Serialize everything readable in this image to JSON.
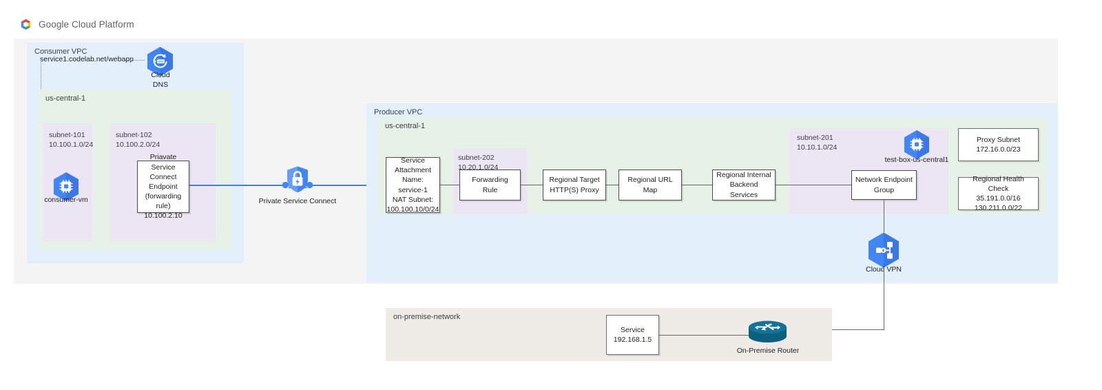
{
  "header": {
    "brand": "Google Cloud Platform",
    "logo_icon": "google-cloud-hexagon-logo"
  },
  "consumer_vpc": {
    "label": "Consumer VPC",
    "dns_record": "service1.codelab.net/webapp",
    "cloud_dns": {
      "label_line1": "Cloud",
      "label_line2": "DNS",
      "icon": "cloud-dns-icon"
    },
    "region": {
      "label": "us-central-1"
    },
    "subnet_101": {
      "name": "subnet-101",
      "cidr": "10.100.1.0/24"
    },
    "subnet_102": {
      "name": "subnet-102",
      "cidr": "10.100.2.0/24"
    },
    "consumer_vm": {
      "label": "consumer-vm",
      "icon": "compute-engine-icon"
    },
    "psc_endpoint": {
      "line1": "Priavate Service",
      "line2": "Connect Endpoint",
      "line3": "(forwarding rule)",
      "line4": "10.100.2.10"
    }
  },
  "private_service_connect": {
    "label": "Private Service Connect",
    "icon": "private-service-connect-shield-icon",
    "link_color": "#3f7fe0"
  },
  "producer_vpc": {
    "label": "Producer VPC",
    "region": {
      "label": "us-central-1"
    },
    "service_attachment": {
      "line1": "Service",
      "line2": "Attachment",
      "line3": "Name: service-1",
      "line4": "NAT Subnet:",
      "line5": "100.100.10/0/24"
    },
    "subnet_202": {
      "name": "subnet-202",
      "cidr": "10.20.1.0/24"
    },
    "forwarding_rule": {
      "label": "Forwarding Rule"
    },
    "target_proxy": {
      "line1": "Regional Target",
      "line2": "HTTP(S) Proxy"
    },
    "url_map": {
      "label": "Regional URL Map"
    },
    "backend_services": {
      "line1": "Regional Internal",
      "line2": "Backend Services"
    },
    "subnet_201": {
      "name": "subnet-201",
      "cidr": "10.10.1.0/24"
    },
    "test_box": {
      "label": "test-box-us-central1",
      "icon": "compute-engine-icon"
    },
    "network_endpoint_group": {
      "line1": "Network Endpoint",
      "line2": "Group"
    },
    "proxy_subnet": {
      "line1": "Proxy Subnet",
      "line2": "172.16.0.0/23"
    },
    "health_check": {
      "line1": "Regional Health Check",
      "line2": "35.191.0.0/16",
      "line3": "130.211.0.0/22"
    },
    "cloud_vpn": {
      "label": "Cloud VPN",
      "icon": "cloud-vpn-icon"
    }
  },
  "on_premise": {
    "label": "on-premise-network",
    "service": {
      "line1": "Service",
      "line2": "192.168.1.5"
    },
    "router": {
      "label": "On-Premise Router",
      "icon": "on-premise-router-icon"
    }
  },
  "palette": {
    "panel_gray": "#f4f4f4",
    "vpc_blue": "#e3f0fc",
    "region_green": "#e6f2e7",
    "subnet_purple": "#ece5f3",
    "onprem_beige": "#efebe7",
    "google_blue": "#4285f4",
    "line_gray": "#5f6b63",
    "router_teal": "#126a8e"
  }
}
